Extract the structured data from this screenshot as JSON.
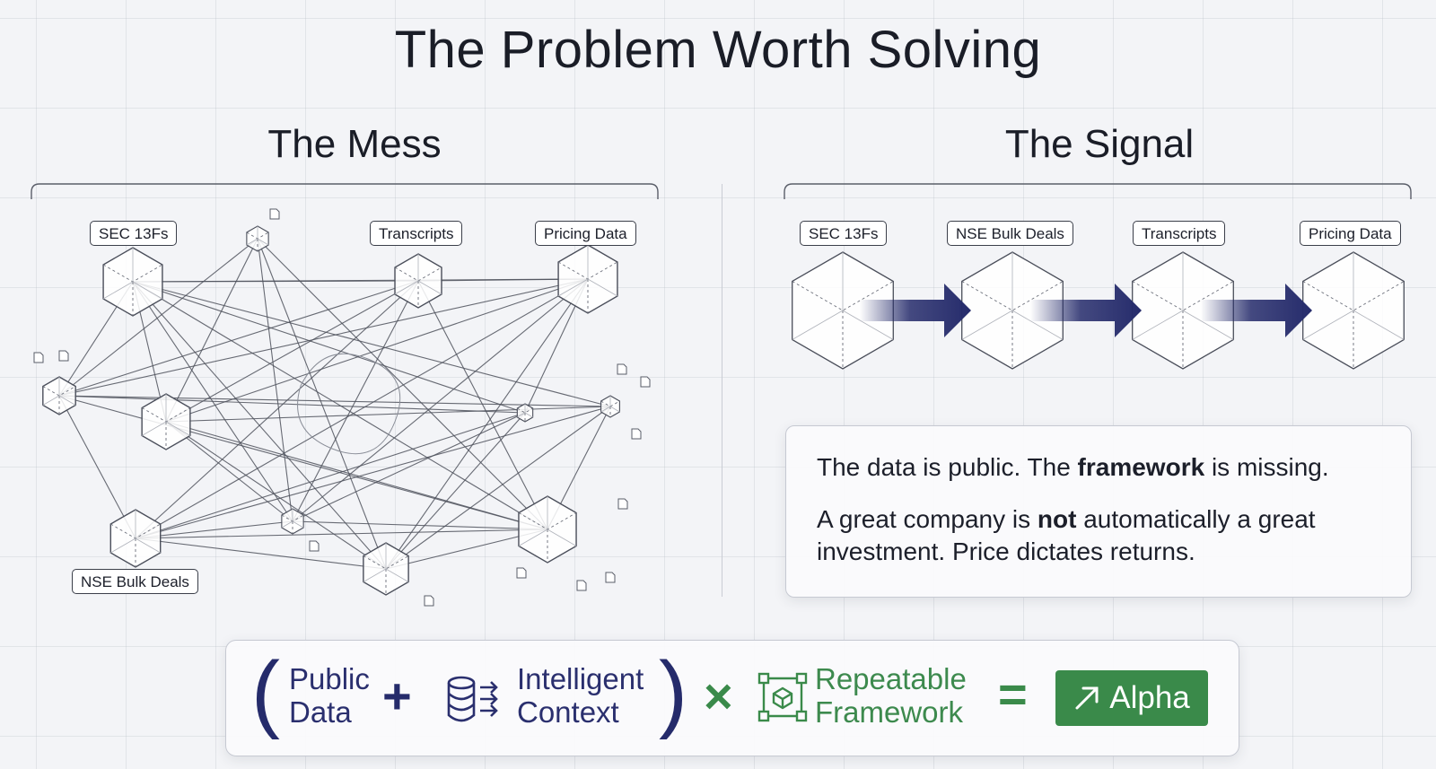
{
  "title": "The Problem Worth Solving",
  "mess": {
    "title": "The Mess",
    "labels": {
      "sec": "SEC 13Fs",
      "transcripts": "Transcripts",
      "pricing": "Pricing Data",
      "nse": "NSE Bulk Deals"
    }
  },
  "signal": {
    "title": "The Signal",
    "steps": [
      "SEC 13Fs",
      "NSE Bulk Deals",
      "Transcripts",
      "Pricing Data"
    ],
    "callout": {
      "line1_pre": "The data is public. The ",
      "line1_bold": "framework",
      "line1_post": " is missing.",
      "line2_pre": "A great company is ",
      "line2_bold": "not",
      "line2_post": " automatically a great investment. Price dictates returns."
    }
  },
  "formula": {
    "open_paren": "(",
    "term1_line1": "Public",
    "term1_line2": "Data",
    "plus": "+",
    "term2_icon": "database-arrows-icon",
    "term2_line1": "Intelligent",
    "term2_line2": "Context",
    "close_paren": ")",
    "times": "×",
    "term3_icon": "framework-network-icon",
    "term3_line1": "Repeatable",
    "term3_line2": "Framework",
    "equals": "=",
    "result_icon": "trend-arrow-icon",
    "result": "Alpha"
  },
  "colors": {
    "navy": "#252b6b",
    "green": "#3a8a4a",
    "ink": "#1c1f2a"
  }
}
